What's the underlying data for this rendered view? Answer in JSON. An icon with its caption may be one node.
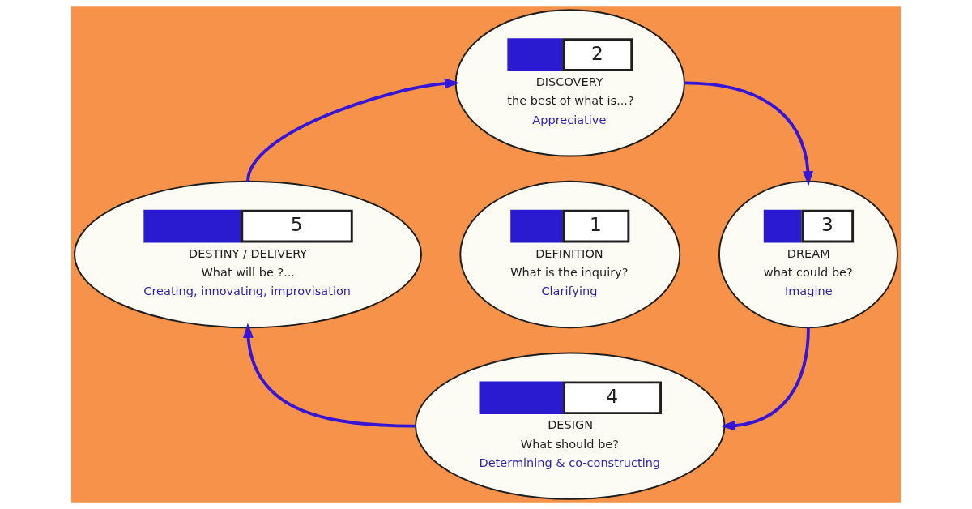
{
  "diagram": {
    "nodes": [
      {
        "text": [
          "1",
          "DEFINITION",
          "What is the inquiry?",
          "Clarifying"
        ]
      },
      {
        "text": [
          "2",
          "DISCOVERY",
          "the best of what is...?",
          "Appreciative"
        ]
      },
      {
        "text": [
          "3",
          "DREAM",
          "what could be?",
          "Imagine"
        ]
      },
      {
        "text": [
          "4",
          "DESIGN",
          "What should be?",
          "Determining & co-constructing"
        ]
      },
      {
        "text": [
          "5",
          "DESTINY / DELIVERY",
          "What will be ?...",
          "Creating, innovating, improvisation"
        ]
      }
    ],
    "edges": [
      {
        "from": 4,
        "to": 1,
        "arrow": "to"
      },
      {
        "from": 1,
        "to": 2,
        "arrow": "to"
      },
      {
        "from": 2,
        "to": 3,
        "arrow": "to"
      },
      {
        "from": 3,
        "to": 4,
        "arrow": "to"
      }
    ]
  }
}
